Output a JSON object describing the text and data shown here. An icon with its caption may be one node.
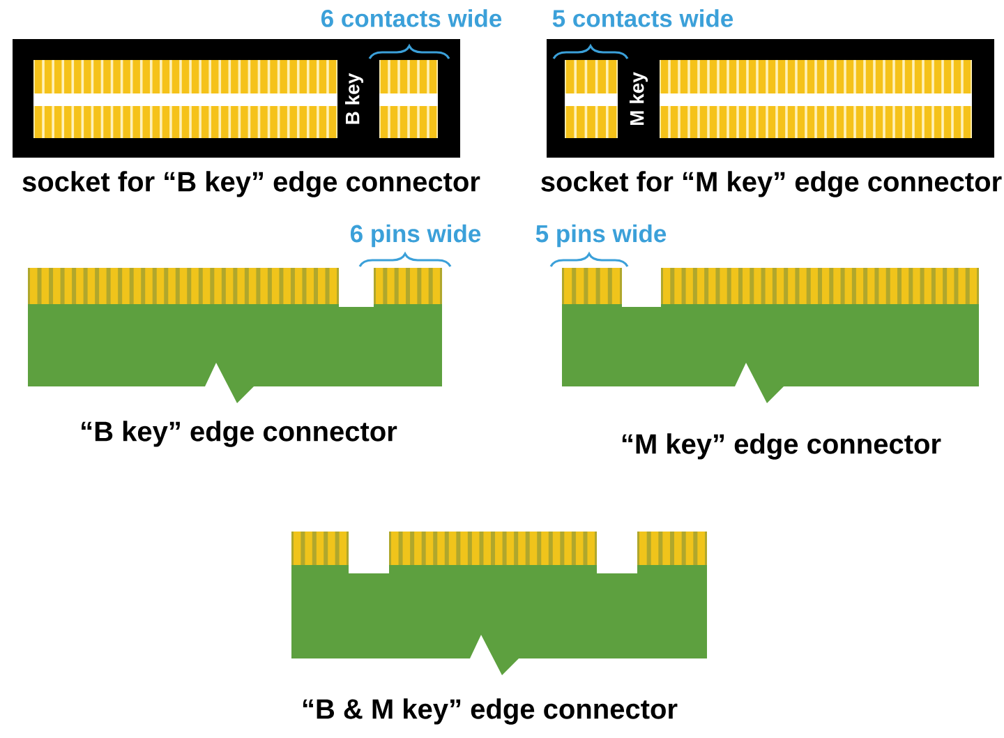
{
  "diagram": {
    "nodes": [
      {
        "text": [
          "B key"
        ],
        "beside": [
          "socket for “B key” edge connector"
        ]
      },
      {
        "text": [
          "M key"
        ],
        "beside": [
          "socket for “M key” edge connector"
        ]
      },
      {
        "text": [],
        "shape": "picture",
        "beside": [
          "“B key” edge connector"
        ]
      },
      {
        "text": [],
        "shape": "picture",
        "beside": [
          "“M key” edge connector"
        ]
      },
      {
        "text": [],
        "shape": "picture",
        "beside": [
          "“B & M key” edge connector"
        ]
      }
    ],
    "labels": [
      "6 contacts wide",
      "5 contacts wide",
      "6 pins wide",
      "5 pins wide"
    ]
  }
}
